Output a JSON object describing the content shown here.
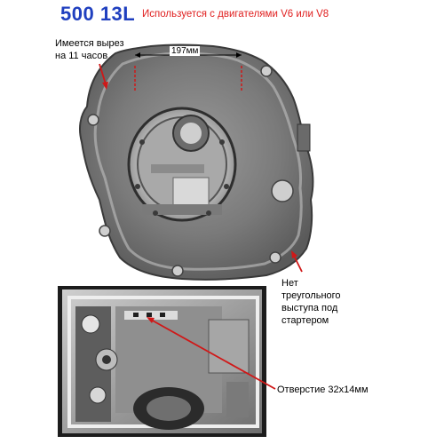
{
  "header": {
    "model": "500 13L",
    "engines": "Используется с двигателями V6 или V8"
  },
  "annotations": {
    "notch_line1": "Имеется вырез",
    "notch_line2": "на 11 часов",
    "dimension": "197мм",
    "no_boss_line1": "Нет",
    "no_boss_line2": "треугольного",
    "no_boss_line3": "выступа под",
    "no_boss_line4": "стартером",
    "hole": "Отверстие 32х14мм"
  },
  "colors": {
    "title": "#1f3fbf",
    "subtitle": "#e02020",
    "arrow": "#d01818"
  }
}
